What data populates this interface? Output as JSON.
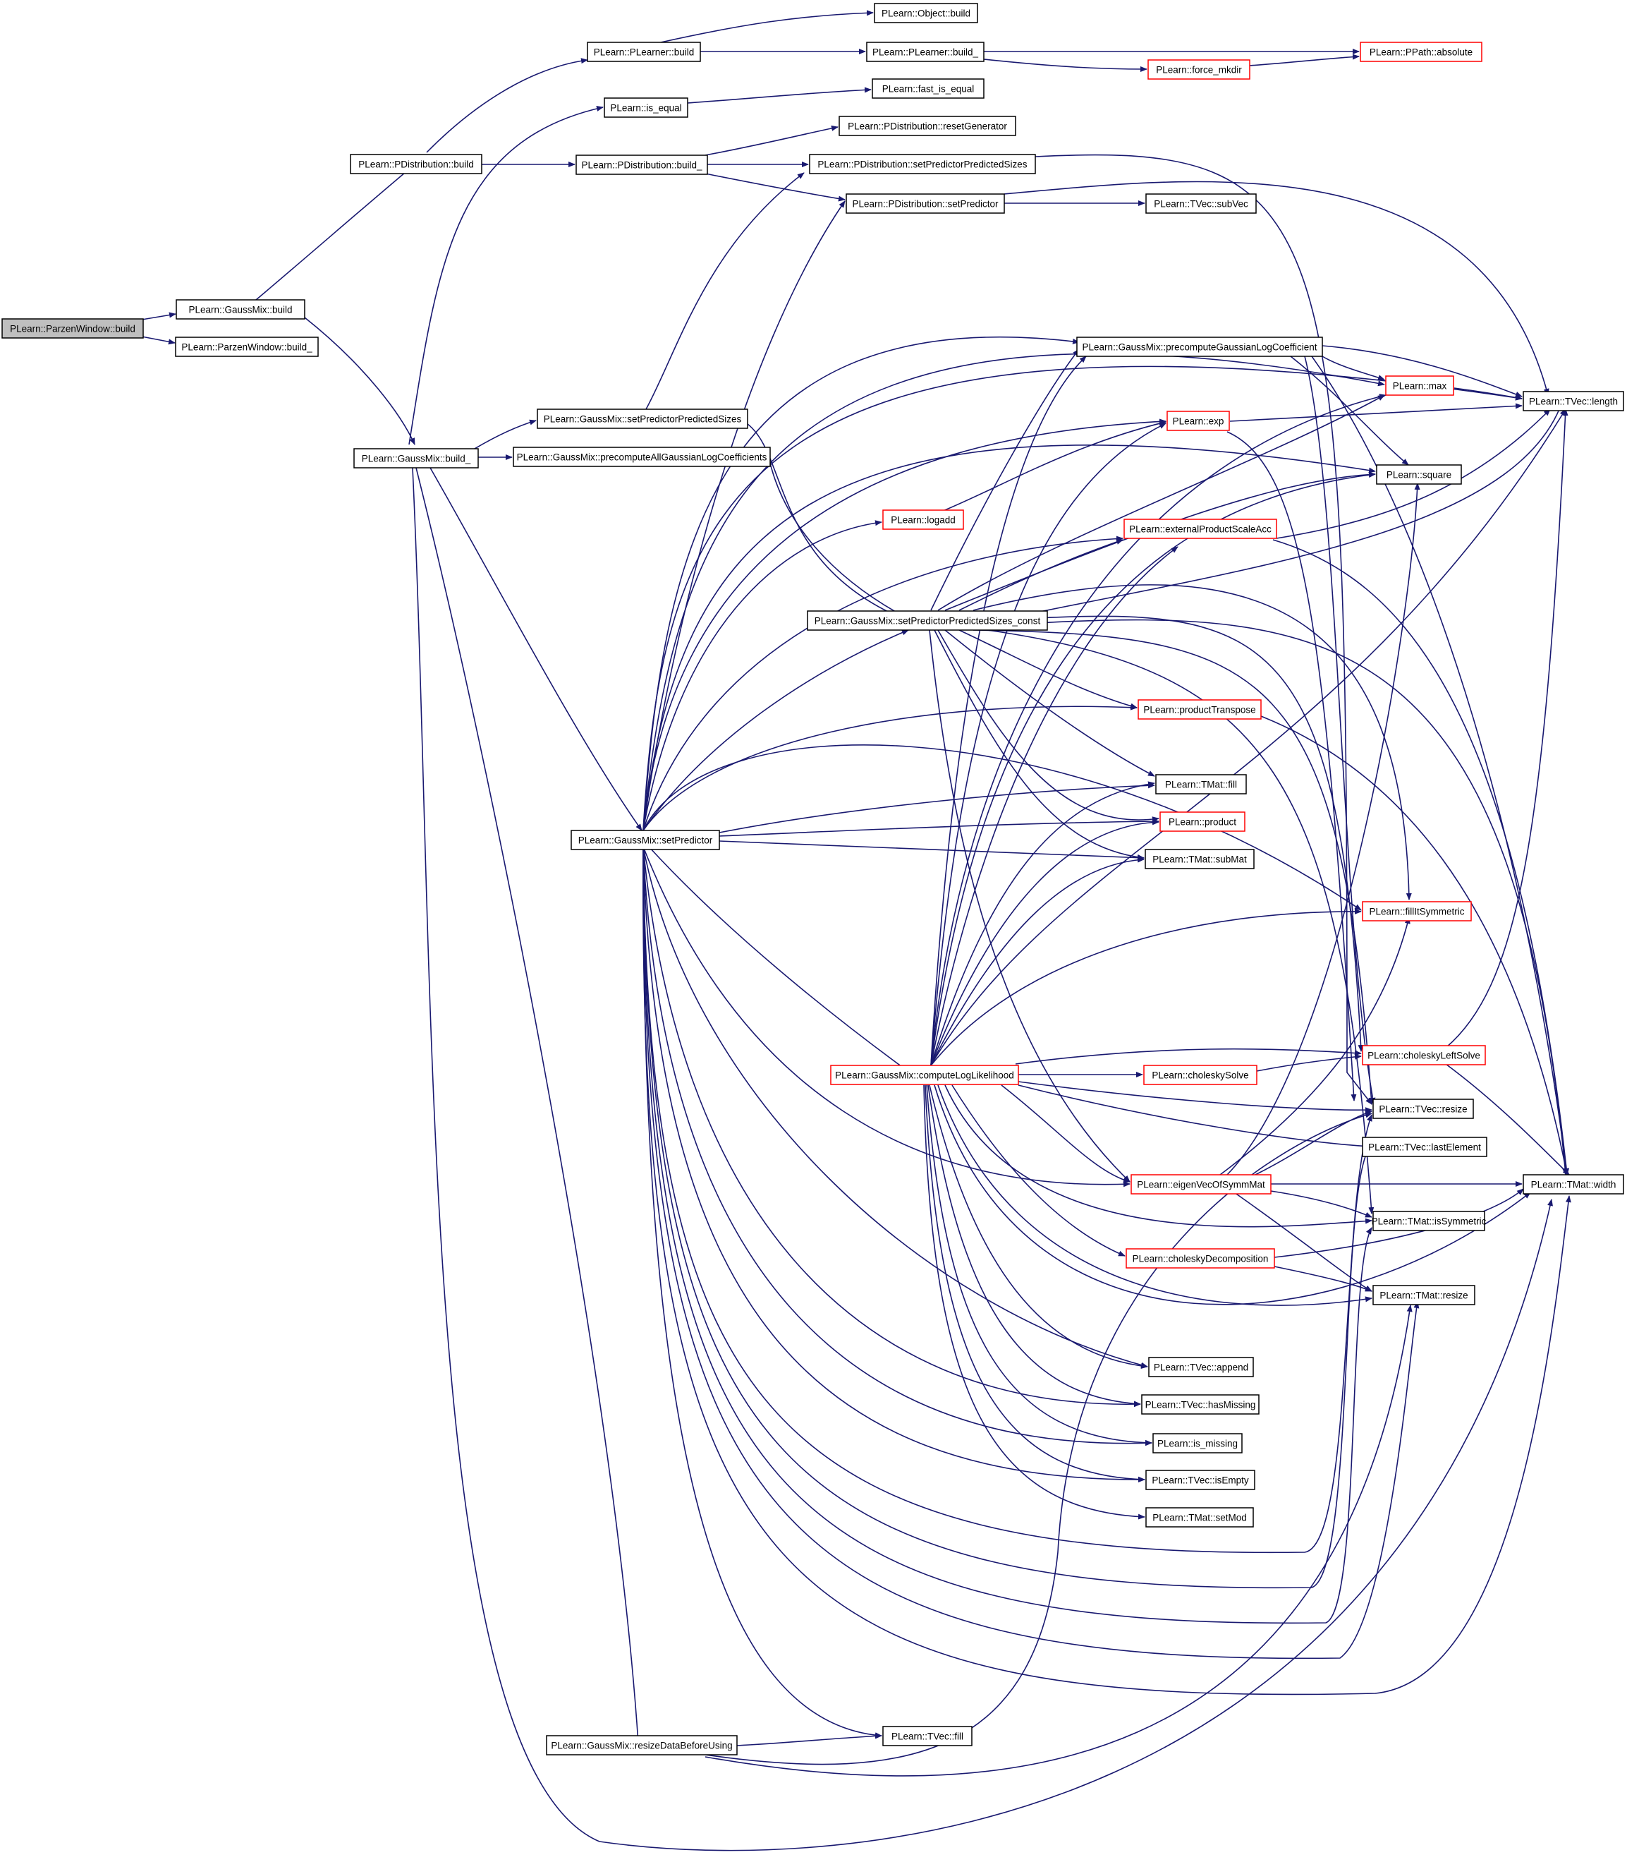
{
  "colors": {
    "edge": "#191970",
    "node_border": "#000000",
    "node_border_truncated": "#ff0000",
    "root_fill": "#bfbfbf",
    "background": "#ffffff"
  },
  "nodes": [
    {
      "id": "root",
      "label": "PLearn::ParzenWindow::build",
      "style": "root"
    },
    {
      "id": "gm_build",
      "label": "PLearn::GaussMix::build"
    },
    {
      "id": "pw_build_",
      "label": "PLearn::ParzenWindow::build_"
    },
    {
      "id": "pd_build",
      "label": "PLearn::PDistribution::build"
    },
    {
      "id": "gm_build_",
      "label": "PLearn::GaussMix::build_"
    },
    {
      "id": "pl_build",
      "label": "PLearn::PLearner::build"
    },
    {
      "id": "is_equal",
      "label": "PLearn::is_equal"
    },
    {
      "id": "pd_build_",
      "label": "PLearn::PDistribution::build_"
    },
    {
      "id": "obj_build",
      "label": "PLearn::Object::build"
    },
    {
      "id": "pl_build_",
      "label": "PLearn::PLearner::build_"
    },
    {
      "id": "fast_is_equal",
      "label": "PLearn::fast_is_equal"
    },
    {
      "id": "pd_resetgen",
      "label": "PLearn::PDistribution::resetGenerator"
    },
    {
      "id": "pd_setpps",
      "label": "PLearn::PDistribution::setPredictorPredictedSizes"
    },
    {
      "id": "pd_setpred",
      "label": "PLearn::PDistribution::setPredictor"
    },
    {
      "id": "force_mkdir",
      "label": "PLearn::force_mkdir",
      "style": "red"
    },
    {
      "id": "ppath_abs",
      "label": "PLearn::PPath::absolute",
      "style": "red"
    },
    {
      "id": "tvec_subvec",
      "label": "PLearn::TVec::subVec"
    },
    {
      "id": "gm_setpps",
      "label": "PLearn::GaussMix::setPredictorPredictedSizes"
    },
    {
      "id": "gm_precomp_all",
      "label": "PLearn::GaussMix::precomputeAllGaussianLogCoefficients"
    },
    {
      "id": "gm_precomp",
      "label": "PLearn::GaussMix::precomputeGaussianLogCoefficient"
    },
    {
      "id": "max",
      "label": "PLearn::max",
      "style": "red"
    },
    {
      "id": "tvec_length",
      "label": "PLearn::TVec::length"
    },
    {
      "id": "exp",
      "label": "PLearn::exp",
      "style": "red"
    },
    {
      "id": "square",
      "label": "PLearn::square"
    },
    {
      "id": "logadd",
      "label": "PLearn::logadd",
      "style": "red"
    },
    {
      "id": "extprod",
      "label": "PLearn::externalProductScaleAcc",
      "style": "red"
    },
    {
      "id": "gm_setpps_const",
      "label": "PLearn::GaussMix::setPredictorPredictedSizes_const"
    },
    {
      "id": "prodtrans",
      "label": "PLearn::productTranspose",
      "style": "red"
    },
    {
      "id": "tmat_fill",
      "label": "PLearn::TMat::fill"
    },
    {
      "id": "product",
      "label": "PLearn::product",
      "style": "red"
    },
    {
      "id": "gm_setpred",
      "label": "PLearn::GaussMix::setPredictor"
    },
    {
      "id": "tmat_submat",
      "label": "PLearn::TMat::subMat"
    },
    {
      "id": "fillsym",
      "label": "PLearn::fillItSymmetric",
      "style": "red"
    },
    {
      "id": "chol_left",
      "label": "PLearn::choleskyLeftSolve",
      "style": "red"
    },
    {
      "id": "gm_complog",
      "label": "PLearn::GaussMix::computeLogLikelihood",
      "style": "red"
    },
    {
      "id": "chol_solve",
      "label": "PLearn::choleskySolve",
      "style": "red"
    },
    {
      "id": "tvec_resize",
      "label": "PLearn::TVec::resize"
    },
    {
      "id": "tvec_last",
      "label": "PLearn::TVec::lastElement"
    },
    {
      "id": "eigen",
      "label": "PLearn::eigenVecOfSymmMat",
      "style": "red"
    },
    {
      "id": "tmat_width",
      "label": "PLearn::TMat::width"
    },
    {
      "id": "tmat_issym",
      "label": "PLearn::TMat::isSymmetric"
    },
    {
      "id": "chol_decomp",
      "label": "PLearn::choleskyDecomposition",
      "style": "red"
    },
    {
      "id": "tmat_resize",
      "label": "PLearn::TMat::resize"
    },
    {
      "id": "tvec_append",
      "label": "PLearn::TVec::append"
    },
    {
      "id": "tvec_hasmiss",
      "label": "PLearn::TVec::hasMissing"
    },
    {
      "id": "is_missing",
      "label": "PLearn::is_missing"
    },
    {
      "id": "tvec_isempty",
      "label": "PLearn::TVec::isEmpty"
    },
    {
      "id": "tmat_setmod",
      "label": "PLearn::TMat::setMod"
    },
    {
      "id": "gm_resizedata",
      "label": "PLearn::GaussMix::resizeDataBeforeUsing"
    },
    {
      "id": "tvec_fill",
      "label": "PLearn::TVec::fill"
    }
  ]
}
